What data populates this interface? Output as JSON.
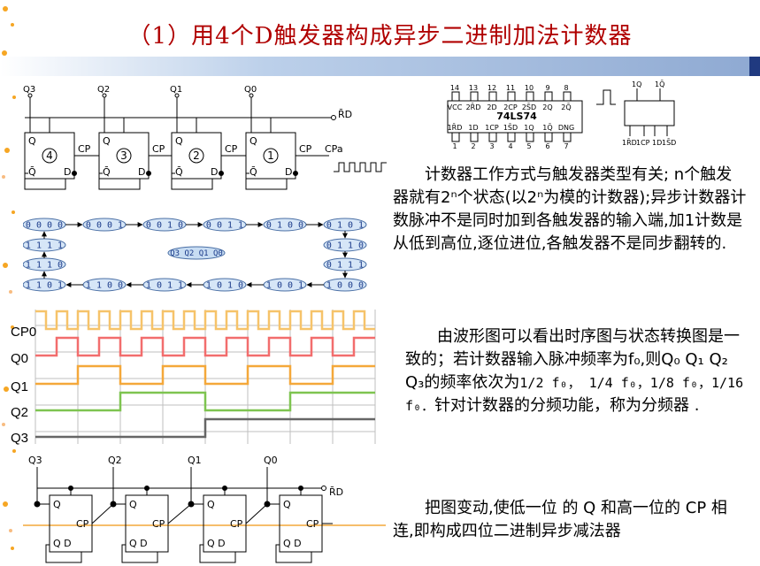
{
  "title": "（1）用4个D触发器构成异步二进制加法计数器",
  "circuit": {
    "outputs": [
      "Q3",
      "Q2",
      "Q1",
      "Q0"
    ],
    "ff_numbers": [
      "4",
      "3",
      "2",
      "1"
    ],
    "q_label": "Q",
    "qbar_label": "Q̄",
    "d_label": "D",
    "cp_label": "CP",
    "reset_label": "R̄D",
    "clock_in": "CPa"
  },
  "chip": {
    "pins_top": [
      "14",
      "13",
      "12",
      "11",
      "10",
      "9",
      "8"
    ],
    "pins_bottom": [
      "1",
      "2",
      "3",
      "4",
      "5",
      "6",
      "7"
    ],
    "pin_names_top": [
      "VCC",
      "2R̄D",
      "2D",
      "2CP",
      "2S̄D",
      "2Q",
      "2Q̄"
    ],
    "pin_names_bottom": [
      "1R̄D",
      "1D",
      "1CP",
      "1S̄D",
      "1Q",
      "1Q̄",
      "DNG"
    ],
    "name": "74LS74",
    "symbol_top": [
      "1Q",
      "1Q̄"
    ],
    "symbol_bottom": [
      "1R̄D",
      "1CP",
      "1D",
      "1S̄D"
    ]
  },
  "states": {
    "top": [
      "0000",
      "0001",
      "0010",
      "0011",
      "0100",
      "0101"
    ],
    "left": [
      "1111",
      "1110"
    ],
    "right": [
      "0110",
      "0111"
    ],
    "bottom": [
      "1101",
      "1100",
      "1011",
      "1010",
      "1001",
      "1000"
    ],
    "center_label": "Q3 Q2 Q1 Q0"
  },
  "waveform": {
    "labels": [
      "CP0",
      "Q0",
      "Q1",
      "Q2",
      "Q3"
    ],
    "colors": [
      "#f6c36a",
      "#f26d6d",
      "#f4a83a",
      "#7ec450",
      "#666666"
    ]
  },
  "paragraph1": "计数器工作方式与触发器类型有关; n个触发器就有2ⁿ个状态(以2ⁿ为模的计数器);异步计数器计数脉冲不是同时加到各触发器的输入端,加1计数是从低到高位,逐位进位,各触发器不是同步翻转的.",
  "paragraph2_line1": "由波形图可以看出时序图与状态转换图是一致的；若计数器输入脉冲频率为f₀,",
  "paragraph2_line2": "则Q₀ Q₁ Q₂ Q₃的频率依次为",
  "paragraph2_freqs": "1/2 f₀， 1/4 f₀，1/8 f₀，1/16 f₀．",
  "paragraph2_line3": "针对计数器的分频功能，称为分频器 .",
  "paragraph3": "把图变动,使低一位 的 Q 和高一位的 CP 相连,即构成四位二进制异步减法器",
  "down_circuit": {
    "outputs": [
      "Q3",
      "Q2",
      "Q1",
      "Q0"
    ],
    "reset_label": "R̄D"
  }
}
